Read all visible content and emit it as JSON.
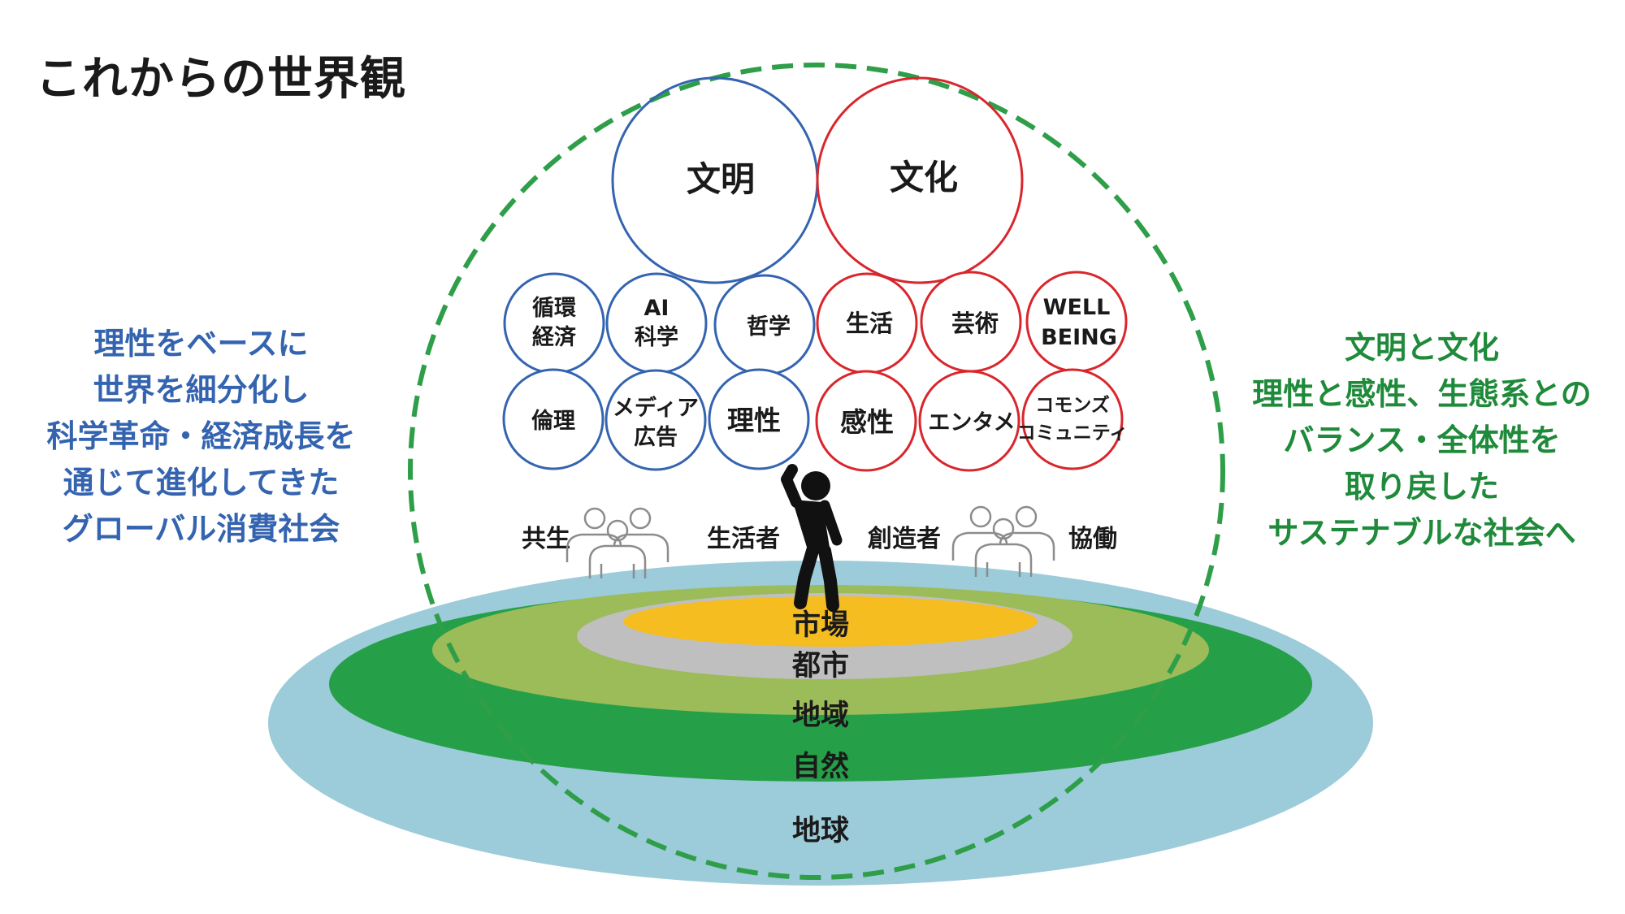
{
  "title": "これからの世界観",
  "left_text": [
    "理性をベースに",
    "世界を細分化し",
    "科学革命・経済成長を",
    "通じて進化してきた",
    "グローバル消費社会"
  ],
  "right_text": [
    "文明と文化",
    "理性と感性、生態系との",
    "バランス・全体性を",
    "取り戻した",
    "サステナブルな社会へ"
  ],
  "big_circles": {
    "civilization": "文明",
    "culture": "文化"
  },
  "blue_circles": [
    [
      "循環",
      "経済"
    ],
    [
      "AI",
      "科学"
    ],
    [
      "哲学"
    ],
    [
      "倫理"
    ],
    [
      "メディア",
      "広告"
    ],
    [
      "理性"
    ]
  ],
  "red_circles": [
    [
      "生活"
    ],
    [
      "芸術"
    ],
    [
      "WELL",
      "BEING"
    ],
    [
      "感性"
    ],
    [
      "エンタメ"
    ],
    [
      "コモンズ",
      "コミュニティ"
    ]
  ],
  "people_row": {
    "coexistence": "共生",
    "consumer": "生活者",
    "creator": "創造者",
    "collaboration": "協働"
  },
  "layers": {
    "market": "市場",
    "city": "都市",
    "region": "地域",
    "nature": "自然",
    "earth": "地球"
  },
  "colors": {
    "blue": "#3464b0",
    "red": "#d9262c",
    "green_text": "#1e8a3a",
    "earth": "#9ccbd9",
    "nature": "#25a048",
    "region": "#9cbb59",
    "city": "#bfbfbf",
    "market": "#f5bd1f",
    "dashed_sphere": "#2e9e48"
  }
}
